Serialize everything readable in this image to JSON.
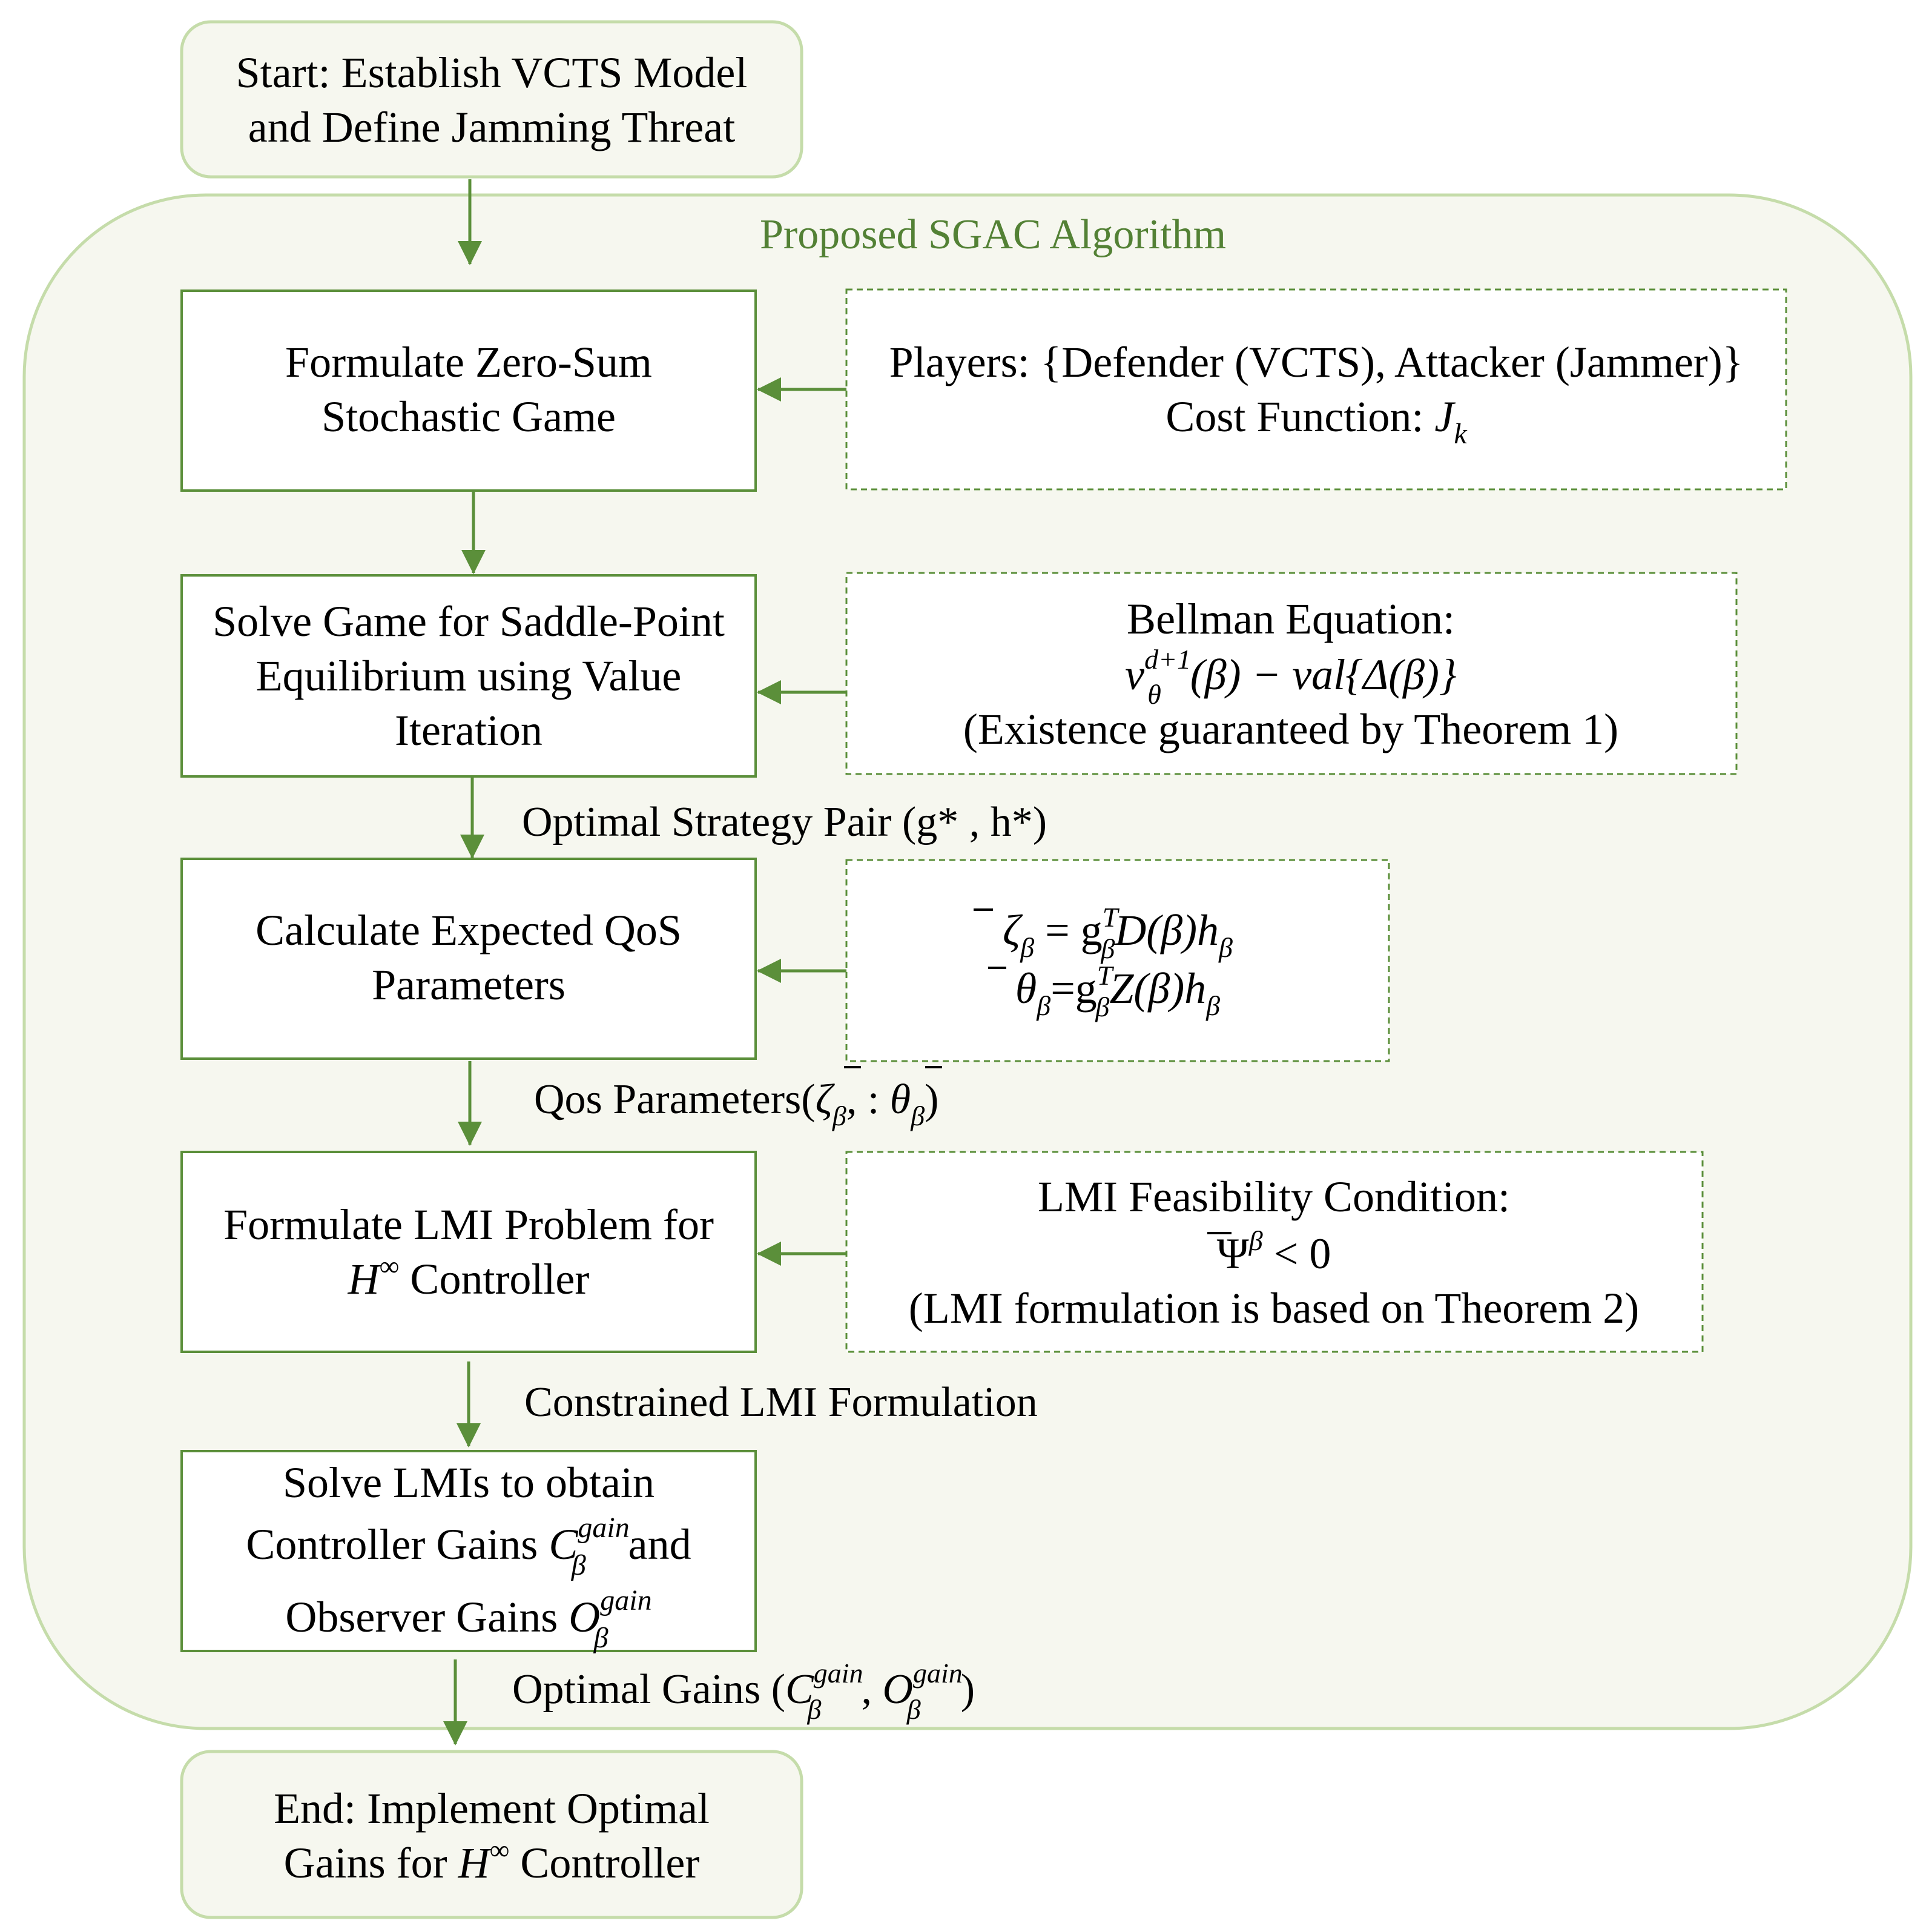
{
  "colors": {
    "accent_green": "#5b8f3a",
    "region_fill": "#f6f7ef",
    "terminal_fill": "#f6f7ef",
    "terminal_border": "#c5dcaa",
    "title_green": "#538135"
  },
  "start": {
    "line1": "Start: Establish VCTS Model",
    "line2": "and Define Jamming Threat"
  },
  "region_title": "Proposed SGAC Algorithm",
  "steps": [
    {
      "lines": [
        "Formulate Zero-Sum",
        "Stochastic Game"
      ]
    },
    {
      "lines": [
        "Solve Game for Saddle-Point",
        "Equilibrium using Value",
        "Iteration"
      ]
    },
    {
      "lines": [
        "Calculate Expected QoS",
        "Parameters"
      ]
    },
    {
      "line1": "Formulate LMI Problem for",
      "line2_math": "H",
      "line2_sup": "∞",
      "line2_text": "Controller"
    },
    {
      "line1": "Solve LMIs to obtain",
      "line2_pre": "Controller Gains",
      "line2_post": "and",
      "line3_pre": "Observer Gains",
      "gain_sup": "gain",
      "sub": "β",
      "C": "C",
      "O": "O"
    }
  ],
  "notes": {
    "game": {
      "players": "Players: {Defender (VCTS), Attacker (Jammer)}",
      "cost_label": "Cost Function:",
      "cost_symbol": "J",
      "cost_sub": "k"
    },
    "bellman": {
      "title": "Bellman Equation:",
      "v": "v",
      "sup": "d+1",
      "sub": "θ",
      "rest": "(β) − val{Δ(β)}",
      "note": "(Existence guaranteed by Theorem 1)"
    },
    "qos": {
      "zeta": "ζ",
      "theta": "θ",
      "sub": "β",
      "g": "g",
      "T": "T",
      "eq1_rest": "D(β)",
      "eq2_rest": "Z(β)",
      "h": "h",
      "eq_sign": " = ",
      "eq_sign2": "="
    },
    "lmi": {
      "title": "LMI Feasibility Condition:",
      "psi": "Ψ",
      "sup": "β",
      "rel": " < 0",
      "note": "(LMI formulation is based on Theorem 2)"
    }
  },
  "edge_labels": {
    "strategy": "Optimal Strategy Pair (g* , h*)",
    "qos_prefix": "Qos Parameters(",
    "qos_sep": ", : ",
    "qos_close": ")",
    "constrained": "Constrained LMI Formulation",
    "gains_prefix": "Optimal Gains (",
    "gains_sep": ", ",
    "gains_close": ")"
  },
  "end": {
    "line1": "End: Implement Optimal",
    "line2_pre": "Gains for",
    "line2_math": "H",
    "line2_sup": "∞",
    "line2_post": "Controller"
  }
}
